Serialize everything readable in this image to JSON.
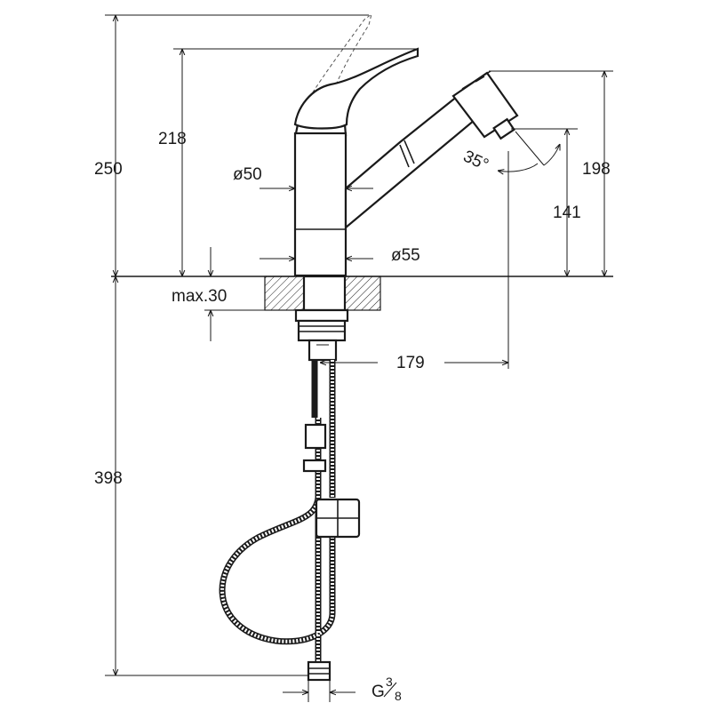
{
  "dimensions": {
    "total_height": "250",
    "lever_height": "218",
    "spout_height": "198",
    "outlet_height": "141",
    "body_diameter_top": "ø50",
    "body_diameter_base": "ø55",
    "max_counter_thickness": "max.30",
    "spout_reach": "179",
    "swivel_angle": "35°",
    "hose_length": "398",
    "connection_thread": "G",
    "connection_thread_num": "3",
    "connection_thread_den": "8"
  }
}
